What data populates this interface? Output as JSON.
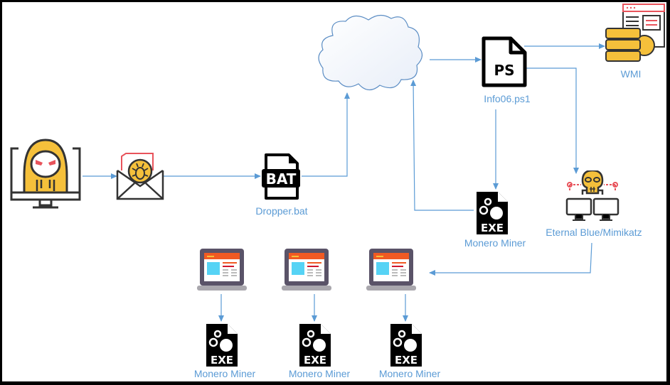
{
  "diagram": {
    "title": "Monero miner infection chain",
    "colors": {
      "connector": "#5b9bd5",
      "label": "#5b9bd5",
      "accent_yellow": "#f5c03b",
      "accent_red": "#e8535b",
      "dark": "#333333"
    },
    "nodes": {
      "attacker": {
        "label": "",
        "icon": "hacker-monitor-icon"
      },
      "phishing_email": {
        "label": "",
        "icon": "email-bug-icon"
      },
      "dropper": {
        "label": "Dropper.bat",
        "icon": "bat-file-icon",
        "badge": "BAT"
      },
      "cloud": {
        "label": "",
        "icon": "cloud-icon"
      },
      "script": {
        "label": "Info06.ps1",
        "icon": "ps-file-icon",
        "badge": "PS"
      },
      "wmi": {
        "label": "WMI",
        "icon": "database-gear-icon"
      },
      "miner_main": {
        "label": "Monero Miner",
        "icon": "exe-file-icon",
        "badge": "EXE"
      },
      "exploit": {
        "label": "Eternal Blue/Mimikatz",
        "icon": "skull-network-icon"
      },
      "victims": [
        {
          "label": "",
          "icon": "laptop-icon"
        },
        {
          "label": "",
          "icon": "laptop-icon"
        },
        {
          "label": "",
          "icon": "laptop-icon"
        }
      ],
      "victim_miners": [
        {
          "label": "Monero Miner",
          "badge": "EXE"
        },
        {
          "label": "Monero Miner",
          "badge": "EXE"
        },
        {
          "label": "Monero Miner",
          "badge": "EXE"
        }
      ]
    },
    "edges": [
      {
        "from": "attacker",
        "to": "phishing_email"
      },
      {
        "from": "phishing_email",
        "to": "dropper"
      },
      {
        "from": "dropper",
        "to": "cloud"
      },
      {
        "from": "cloud",
        "to": "script"
      },
      {
        "from": "script",
        "to": "wmi"
      },
      {
        "from": "script",
        "to": "exploit"
      },
      {
        "from": "script",
        "to": "miner_main"
      },
      {
        "from": "miner_main",
        "to": "cloud"
      },
      {
        "from": "exploit",
        "to": "victims"
      },
      {
        "from": "victims.0",
        "to": "victim_miners.0"
      },
      {
        "from": "victims.1",
        "to": "victim_miners.1"
      },
      {
        "from": "victims.2",
        "to": "victim_miners.2"
      }
    ]
  }
}
